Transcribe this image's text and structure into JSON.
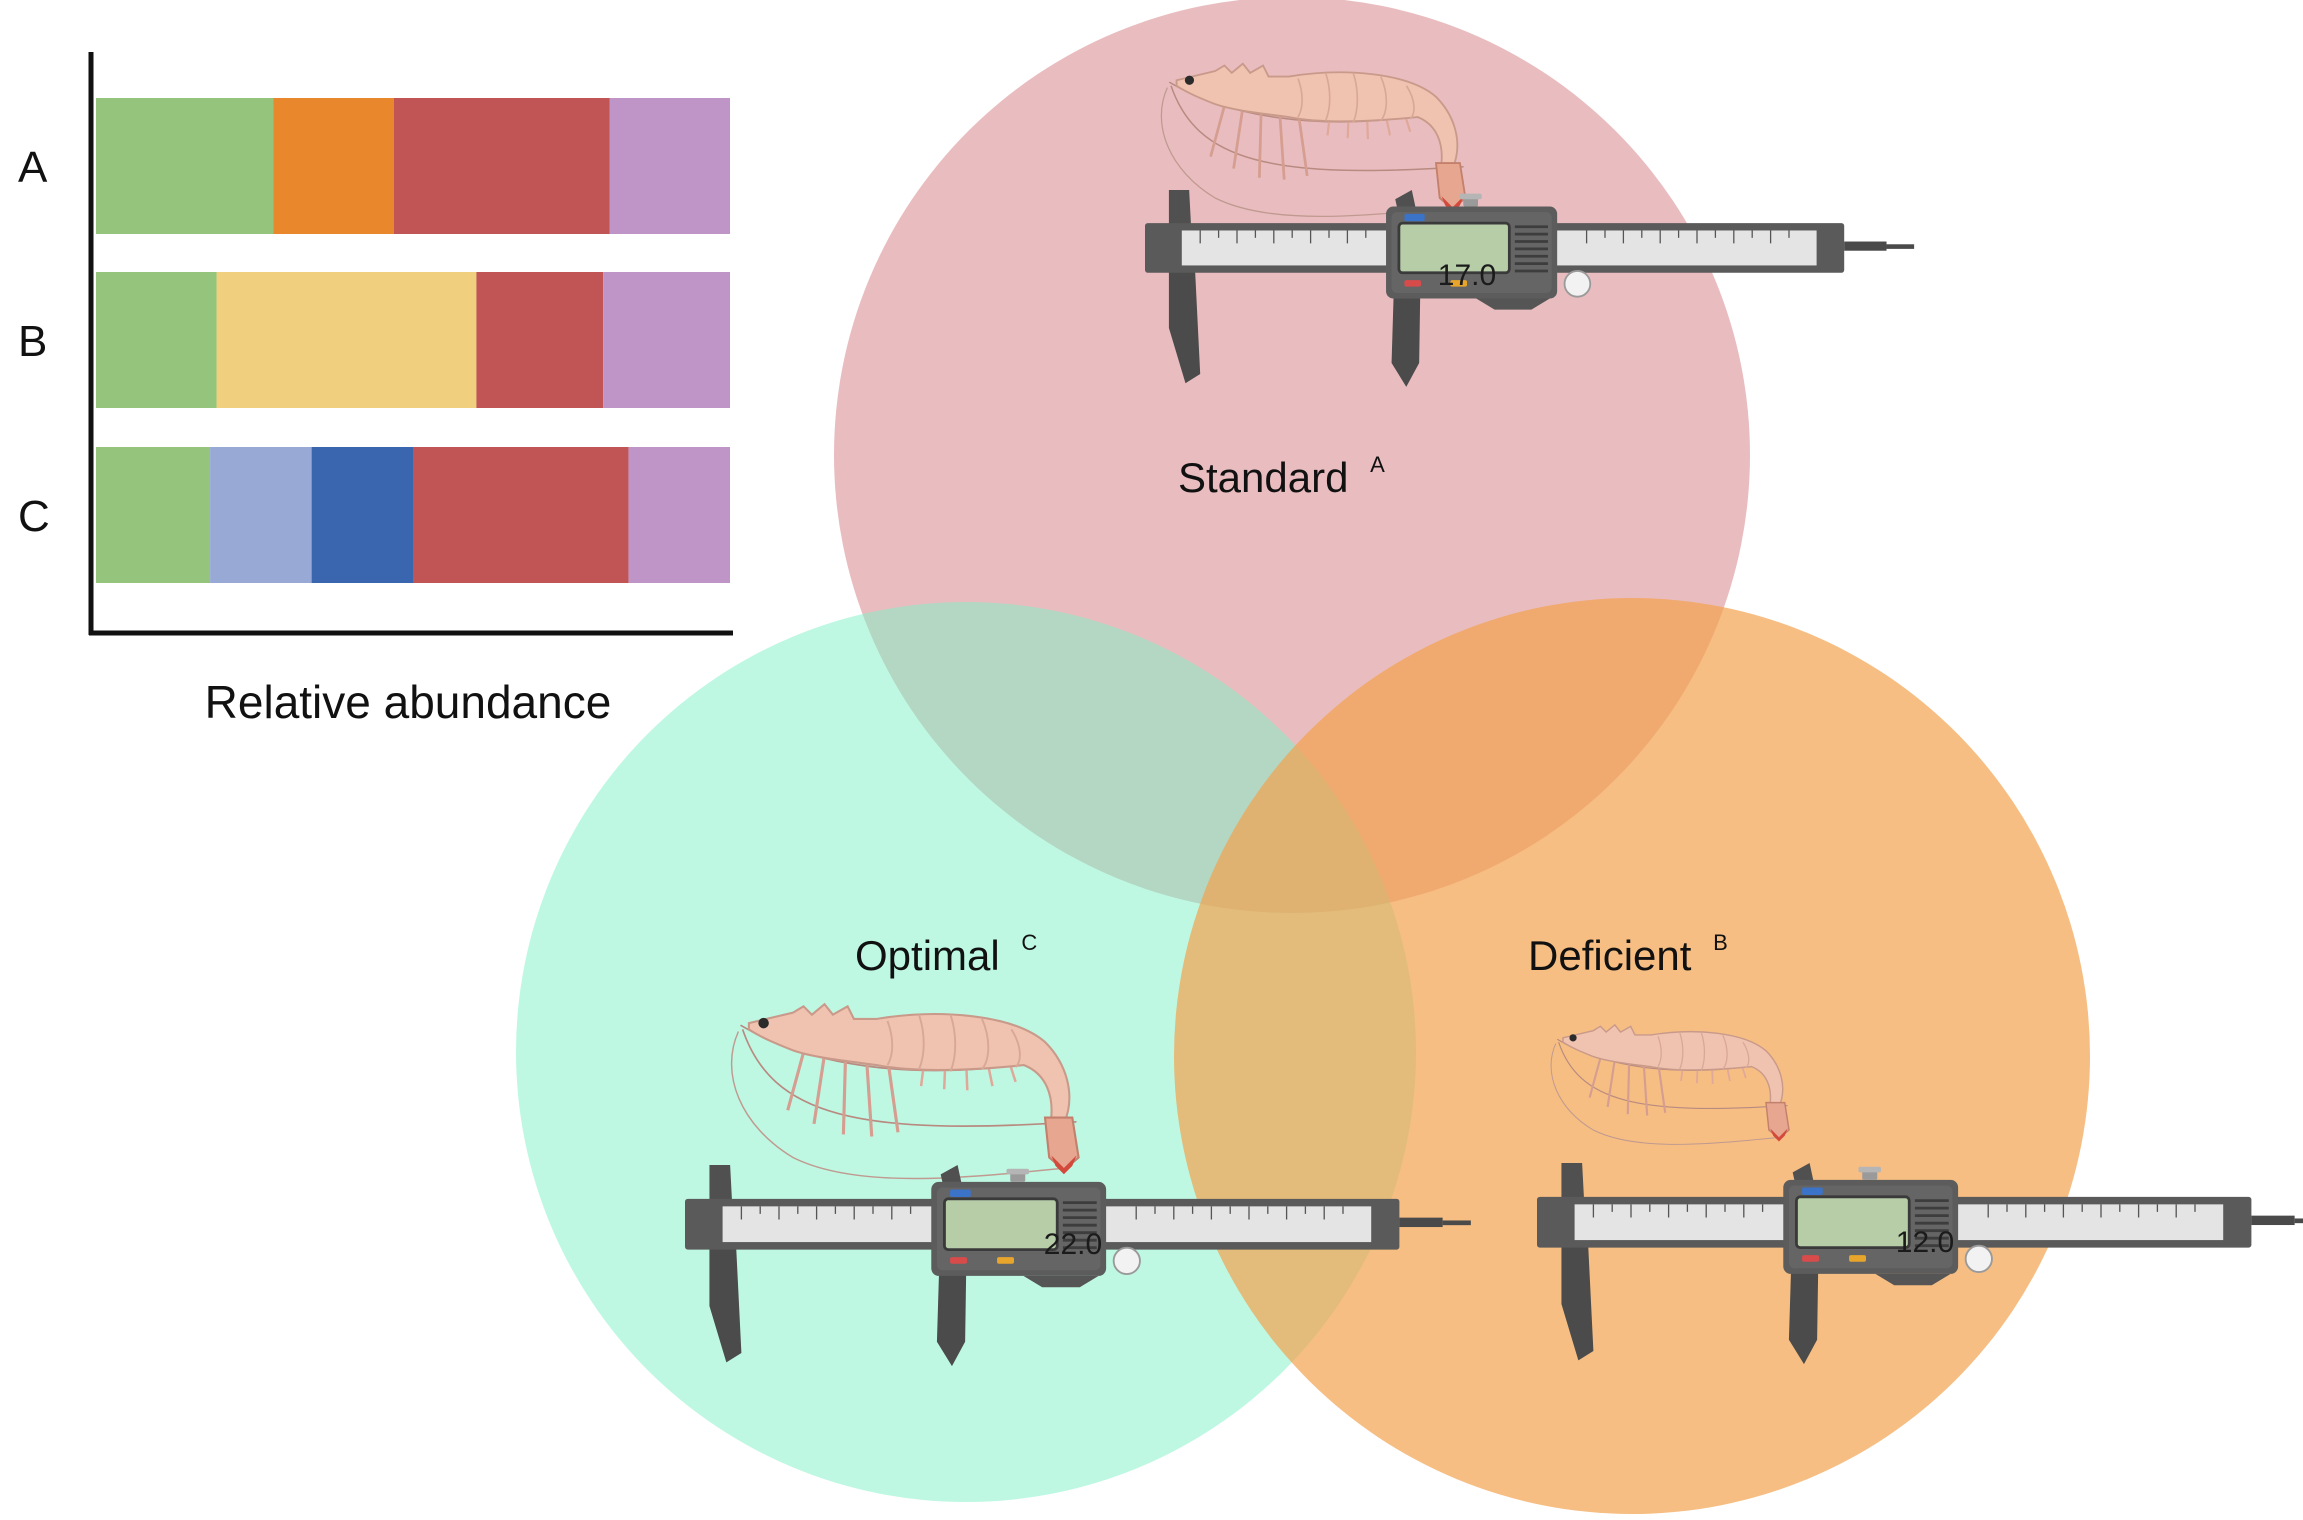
{
  "chart_data": {
    "type": "bar",
    "orientation": "horizontal",
    "stacked": true,
    "normalized": true,
    "categories": [
      "A",
      "B",
      "C"
    ],
    "xlabel": "Relative abundance",
    "segments": {
      "A": [
        {
          "color": "#95c47d",
          "value": 0.28
        },
        {
          "color": "#e8872b",
          "value": 0.19
        },
        {
          "color": "#c15454",
          "value": 0.34
        },
        {
          "color": "#bf94c6",
          "value": 0.19
        }
      ],
      "B": [
        {
          "color": "#95c47d",
          "value": 0.19
        },
        {
          "color": "#f0d07f",
          "value": 0.41
        },
        {
          "color": "#c15454",
          "value": 0.2
        },
        {
          "color": "#bf94c6",
          "value": 0.2
        }
      ],
      "C": [
        {
          "color": "#95c47d",
          "value": 0.18
        },
        {
          "color": "#97a9d4",
          "value": 0.16
        },
        {
          "color": "#3a66b0",
          "value": 0.16
        },
        {
          "color": "#c15454",
          "value": 0.34
        },
        {
          "color": "#bf94c6",
          "value": 0.16
        }
      ]
    }
  },
  "venn": {
    "standard": {
      "name": "Standard",
      "superscript": "A",
      "fill": "#d47c80",
      "reading": "17.0"
    },
    "deficient": {
      "name": "Deficient",
      "superscript": "B",
      "fill": "#f2a34f",
      "reading": "12.0"
    },
    "optimal": {
      "name": "Optimal",
      "superscript": "C",
      "fill": "#7ef2c8",
      "reading": "22.0"
    }
  },
  "icons": [
    "shrimp-icon",
    "caliper-icon"
  ]
}
